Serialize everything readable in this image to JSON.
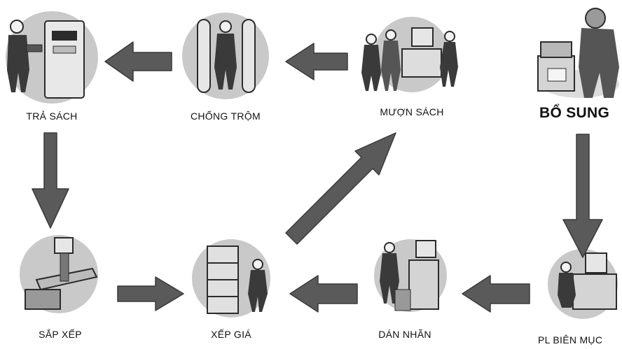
{
  "stations": [
    {
      "id": "tra-sach",
      "label": "TRẢ SÁCH"
    },
    {
      "id": "chong-trom",
      "label": "CHỐNG TRỘM"
    },
    {
      "id": "muon-sach",
      "label": "MƯỢN SÁCH"
    },
    {
      "id": "bo-sung",
      "label": "BỔ SUNG"
    },
    {
      "id": "sap-xep",
      "label": "SẮP XẾP"
    },
    {
      "id": "xep-gia",
      "label": "XẾP GIÁ"
    },
    {
      "id": "dan-nhan",
      "label": "DÁN NHÃN"
    },
    {
      "id": "pl-bien-muc",
      "label": "PL BIÊN MỤC"
    }
  ],
  "flow": [
    {
      "from": "bo-sung",
      "to": "pl-bien-muc"
    },
    {
      "from": "pl-bien-muc",
      "to": "dan-nhan"
    },
    {
      "from": "dan-nhan",
      "to": "xep-gia"
    },
    {
      "from": "xep-gia",
      "to": "muon-sach"
    },
    {
      "from": "muon-sach",
      "to": "chong-trom"
    },
    {
      "from": "chong-trom",
      "to": "tra-sach"
    },
    {
      "from": "tra-sach",
      "to": "sap-xep"
    },
    {
      "from": "sap-xep",
      "to": "xep-gia"
    }
  ],
  "colors": {
    "arrow": "#5a5a5a",
    "arrow_stroke": "#3a3a3a",
    "circle": "#c9c9c9",
    "figure": "#2b2b2b",
    "text": "#111111"
  }
}
